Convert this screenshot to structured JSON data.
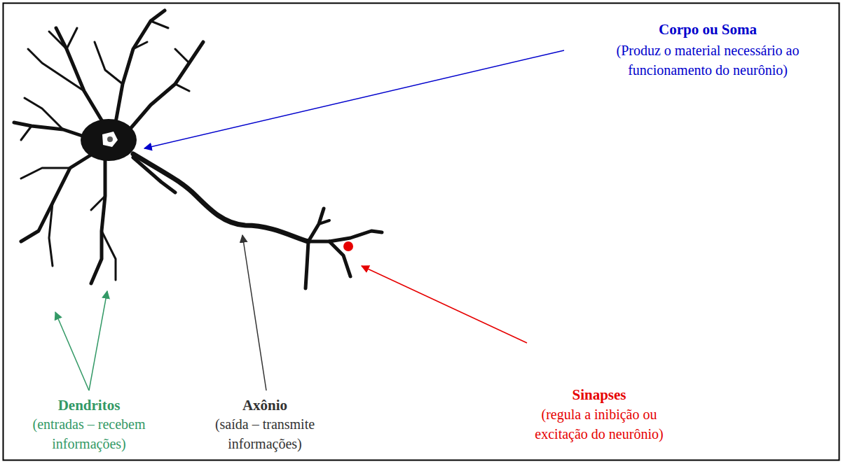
{
  "diagram": {
    "labels": [
      "Corpo ou Soma",
      "(Produz o material necessário ao funcionamento do neurônio)",
      "Dendritos",
      "(entradas – recebem informações)",
      "Axônio",
      "(saída – transmite informações)",
      "Sinapses",
      "(regula a inibição ou excitação do neurônio)"
    ]
  }
}
